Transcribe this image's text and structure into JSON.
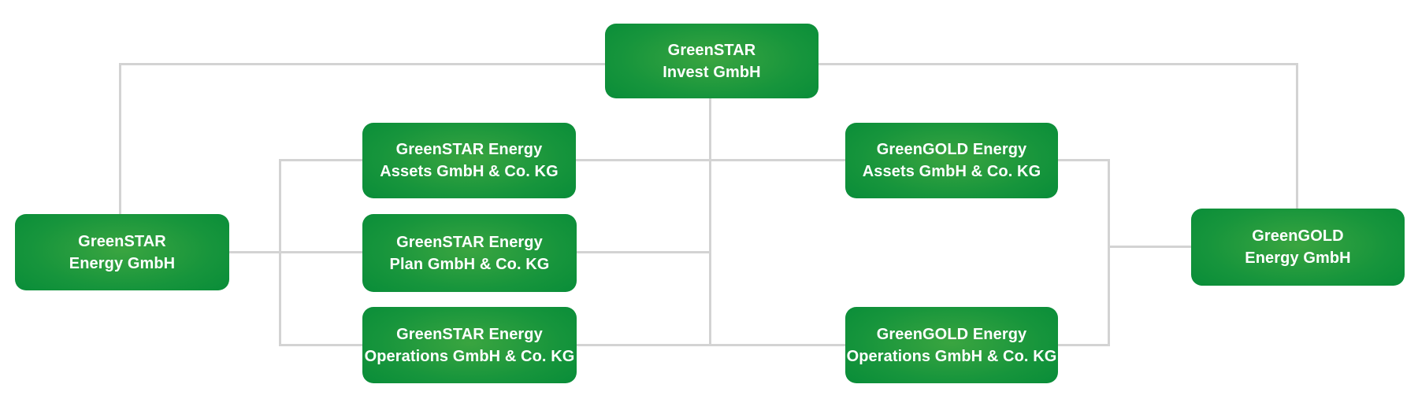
{
  "diagram": {
    "title": "GreenSTAR / GreenGOLD corporate structure chart",
    "colors": {
      "background": "#ffffff",
      "connector": "#d3d3d3",
      "node_gradient_center": "#3aa540",
      "node_gradient_mid": "#17953c",
      "node_gradient_edge": "#048a37",
      "node_text": "#ffffff"
    },
    "nodes": [
      {
        "id": "greenstar-invest",
        "line1": "GreenSTAR",
        "line2": "Invest GmbH"
      },
      {
        "id": "greenstar-energy",
        "line1": "GreenSTAR",
        "line2": "Energy GmbH"
      },
      {
        "id": "greenstar-energy-assets",
        "line1": "GreenSTAR Energy",
        "line2": "Assets GmbH & Co. KG"
      },
      {
        "id": "greenstar-energy-plan",
        "line1": "GreenSTAR Energy",
        "line2": "Plan GmbH & Co. KG"
      },
      {
        "id": "greenstar-energy-operations",
        "line1": "GreenSTAR Energy",
        "line2": "Operations GmbH & Co. KG"
      },
      {
        "id": "greengold-energy-assets",
        "line1": "GreenGOLD Energy",
        "line2": "Assets GmbH & Co. KG"
      },
      {
        "id": "greengold-energy-operations",
        "line1": "GreenGOLD Energy",
        "line2": "Operations GmbH & Co. KG"
      },
      {
        "id": "greengold-energy",
        "line1": "GreenGOLD",
        "line2": "Energy GmbH"
      }
    ],
    "connections": [
      "greenstar-invest — greenstar-energy (outer top-left leg)",
      "greenstar-invest — greengold-energy (outer top-right leg)",
      "greenstar-invest — assets / plan / operations rows (center trunk)",
      "greenstar-energy — greenstar-energy-assets",
      "greenstar-energy — greenstar-energy-plan",
      "greenstar-energy — greenstar-energy-operations",
      "greengold-energy-assets — greengold-energy",
      "greengold-energy-operations — greengold-energy"
    ]
  }
}
